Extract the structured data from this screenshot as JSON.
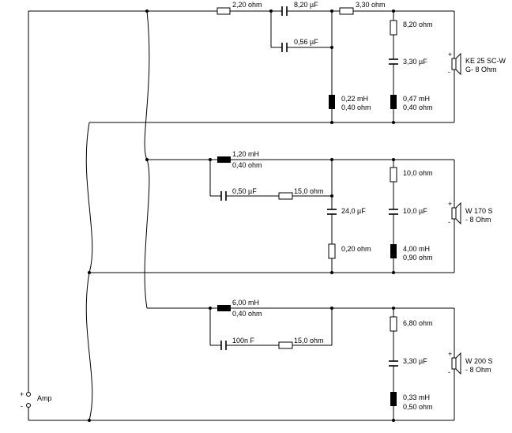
{
  "amp": {
    "plus": "+",
    "minus": "-",
    "label": "Amp"
  },
  "tweeter": {
    "r_series": "2,20 ohm",
    "c_series_1": "8,20 µF",
    "c_series_2": "0,56 µF",
    "r_series_2": "3,30 ohm",
    "r_notch": "8,20 ohm",
    "c_notch": "3,30 µF",
    "l_notch_l": "0,47 mH",
    "l_notch_r": "0,40 ohm",
    "l_shunt_l": "0,22 mH",
    "l_shunt_r": "0,40 ohm",
    "speaker_name": "KE 25 SC-W",
    "speaker_imp": "G- 8 Ohm"
  },
  "mid": {
    "l_series_l": "1,20 mH",
    "l_series_r": "0,40 ohm",
    "c_bypass": "0,50 µF",
    "r_bypass": "15,0 ohm",
    "c_shunt": "24,0 µF",
    "r_shunt": "0,20 ohm",
    "r_notch": "10,0 ohm",
    "c_notch": "10,0 µF",
    "l_notch_l": "4,00 mH",
    "l_notch_r": "0,90 ohm",
    "speaker_name": "W 170 S",
    "speaker_imp": "- 8 Ohm"
  },
  "woofer": {
    "l_series_l": "6,00 mH",
    "l_series_r": "0,40 ohm",
    "c_bypass": "100n F",
    "r_bypass": "15,0 ohm",
    "r_notch": "6,80 ohm",
    "c_notch": "3,30 µF",
    "l_notch_l": "0,33 mH",
    "l_notch_r": "0,50 ohm",
    "speaker_name": "W 200 S",
    "speaker_imp": "- 8 Ohm"
  },
  "plus_sign": "+",
  "minus_sign": "-"
}
